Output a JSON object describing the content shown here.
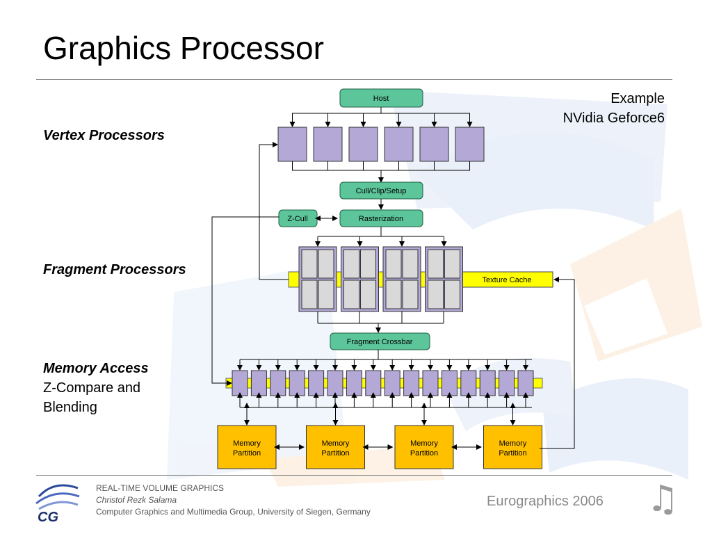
{
  "slide": {
    "title": "Graphics Processor",
    "example_line1": "Example",
    "example_line2": "NVidia Geforce6"
  },
  "labels": {
    "vertex": "Vertex Processors",
    "fragment": "Fragment Processors",
    "memory_title": "Memory Access",
    "memory_line2": "Z-Compare and",
    "memory_line3": "Blending"
  },
  "diagram": {
    "host": "Host",
    "cull_clip_setup": "Cull/Clip/Setup",
    "z_cull": "Z-Cull",
    "rasterization": "Rasterization",
    "texture_cache": "Texture Cache",
    "fragment_crossbar": "Fragment Crossbar",
    "memory_partition_line1": "Memory",
    "memory_partition_line2": "Partition",
    "vertex_processor_count": 6,
    "fragment_quad_count": 4,
    "raster_unit_count": 16,
    "memory_partition_count": 4,
    "colors": {
      "stage_green": "#5cc59a",
      "processor_lilac": "#b3a8d6",
      "texture_yellow": "#ffff00",
      "memory_orange": "#ffc000",
      "fragment_cell": "#d9d9d9"
    }
  },
  "footer": {
    "course": "REAL-TIME VOLUME GRAPHICS",
    "author": "Christof Rezk Salama",
    "group": "Computer Graphics and Multimedia Group, University of Siegen, Germany",
    "conference": "Eurographics 2006",
    "logo_text": "CG",
    "music_icon": "music-note-icon"
  }
}
